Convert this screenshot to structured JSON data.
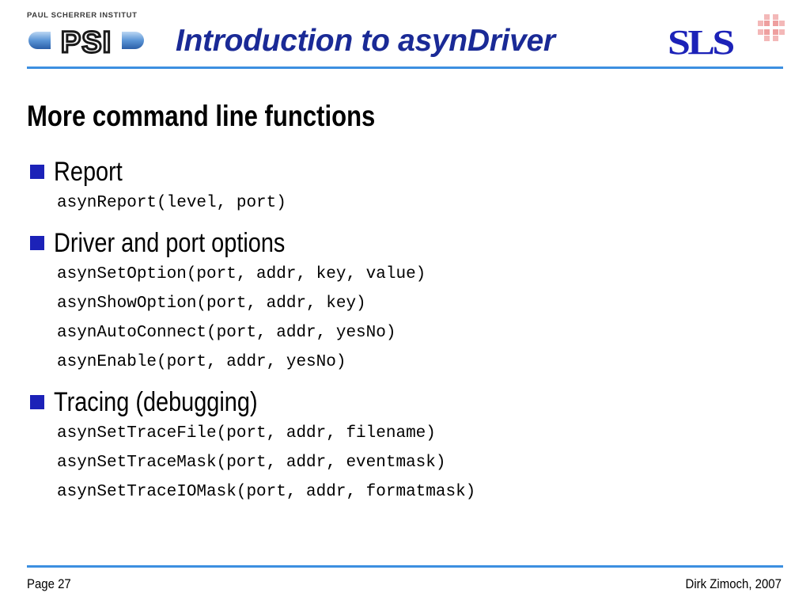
{
  "header": {
    "psi_logo_text": "PAUL SCHERRER INSTITUT",
    "psi_logo_mark": "PSI",
    "title": "Introduction to asynDriver",
    "sls_logo_text": "SLS"
  },
  "section_title": "More command line functions",
  "bullets": [
    {
      "label": "Report",
      "code": [
        "asynReport(level, port)"
      ]
    },
    {
      "label": "Driver and port options",
      "code": [
        "asynSetOption(port, addr, key, value)",
        "asynShowOption(port, addr, key)",
        "asynAutoConnect(port, addr, yesNo)",
        "asynEnable(port, addr, yesNo)"
      ]
    },
    {
      "label": "Tracing (debugging)",
      "code": [
        "asynSetTraceFile(port, addr, filename)",
        "asynSetTraceMask(port, addr, eventmask)",
        "asynSetTraceIOMask(port, addr, formatmask)"
      ]
    }
  ],
  "footer": {
    "page": "Page 27",
    "author": "Dirk Zimoch, 2007"
  },
  "colors": {
    "title_blue": "#1a2a96",
    "rule_blue": "#3c8fe0",
    "bullet_blue": "#1c22b8",
    "sls_pink": "#f3b8b8"
  },
  "icons": {
    "bullet_marker": "square-bullet-icon"
  }
}
